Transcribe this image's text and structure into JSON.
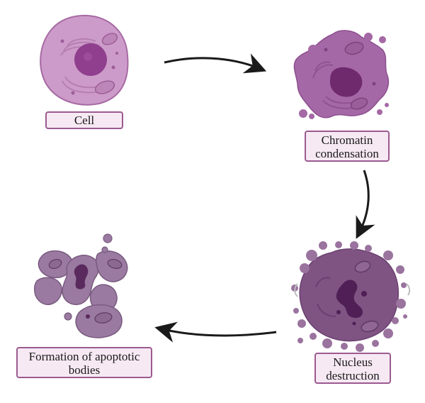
{
  "stages": [
    {
      "id": "cell",
      "label_lines": [
        "Cell"
      ]
    },
    {
      "id": "chromatin",
      "label_lines": [
        "Chromatin",
        "condensation"
      ]
    },
    {
      "id": "nucleus",
      "label_lines": [
        "Nucleus",
        "destruction"
      ]
    },
    {
      "id": "apoptotic",
      "label_lines": [
        "Formation of apoptotic",
        "bodies"
      ]
    }
  ],
  "colors": {
    "cell_fill": "#c993c5",
    "cell_outline": "#a76aa3",
    "nucleus_fill": "#8f3f8d",
    "shrunk_fill": "#a568a6",
    "dark_fill": "#7f5483",
    "body_fill": "#9a7aa0",
    "fragment_fill": "#5a2a5e",
    "label_bg": "#f6e9f3",
    "label_border": "#9b5a8f",
    "arrow": "#1a1a1a"
  }
}
